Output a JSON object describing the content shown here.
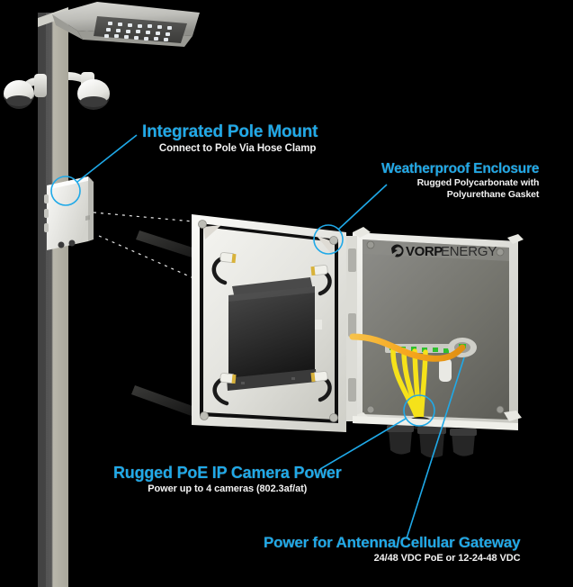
{
  "scene": {
    "description": "Product diagram: street light pole with PTZ cameras and a weatherproof PoE enclosure shown open",
    "background_color": "#000000",
    "accent_color": "#1FA9E8",
    "subtitle_color": "#F2F2F2"
  },
  "brand": {
    "mark": "swirl-logo",
    "name_bold": "VORP",
    "name_light": "ENERGY"
  },
  "callouts": [
    {
      "id": "integrated-pole-mount",
      "title": "Integrated Pole Mount",
      "subtitle": "Connect to Pole Via Hose Clamp"
    },
    {
      "id": "weatherproof-enclosure",
      "title": "Weatherproof Enclosure",
      "subtitle_line1": "Rugged Polycarbonate with",
      "subtitle_line2": "Polyurethane Gasket"
    },
    {
      "id": "rugged-poe-ip-camera-power",
      "title": "Rugged PoE IP Camera Power",
      "subtitle": "Power up to 4 cameras (802.3af/at)"
    },
    {
      "id": "power-for-antenna-cellular-gateway",
      "title": "Power for Antenna/Cellular Gateway",
      "subtitle": "24/48 VDC PoE or 12-24-48 VDC"
    }
  ],
  "hardware": {
    "pole": "street-light-pole",
    "luminaire": "led-streetlight-fixture",
    "cameras": [
      "dome-ptz-camera-left",
      "dome-ptz-camera-right"
    ],
    "pole_box": "pole-mounted-enclosure",
    "enclosure_door": "hinged-enclosure-door",
    "enclosure_body": "enclosure-back-body",
    "internal_device": "poe-switch-gateway-module",
    "antennas": [
      "antenna-upper-left",
      "antenna-lower-left"
    ],
    "cable_glands": 3,
    "ethernet_cables": {
      "count": 4,
      "color": "#F5E21A"
    },
    "power_cable": {
      "count": 1,
      "color": "#F5A623"
    }
  }
}
